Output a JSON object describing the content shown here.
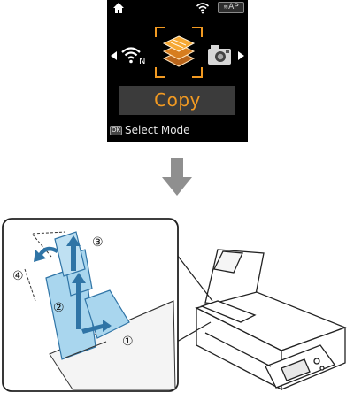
{
  "lcd": {
    "status_bar": {
      "home_icon": "home-icon",
      "wifi_icon": "wifi-icon",
      "ap_badge_text": "AP"
    },
    "mode_icons": [
      "wifi-n-icon",
      "copy-mode-icon",
      "camera-icon"
    ],
    "selected_mode_label": "Copy",
    "footer": {
      "ok_key_text": "OK",
      "instruction_text": "Select Mode"
    },
    "colors": {
      "background": "#000000",
      "accent": "#f29a22",
      "label_bar": "#3b3b3b"
    }
  },
  "flow_arrow_icon": "arrow-down-icon",
  "illustration": {
    "steps": [
      "①",
      "②",
      "③",
      "④"
    ],
    "colors": {
      "paper_support": "#a9d6ee",
      "step_arrow": "#2f74a6"
    }
  }
}
